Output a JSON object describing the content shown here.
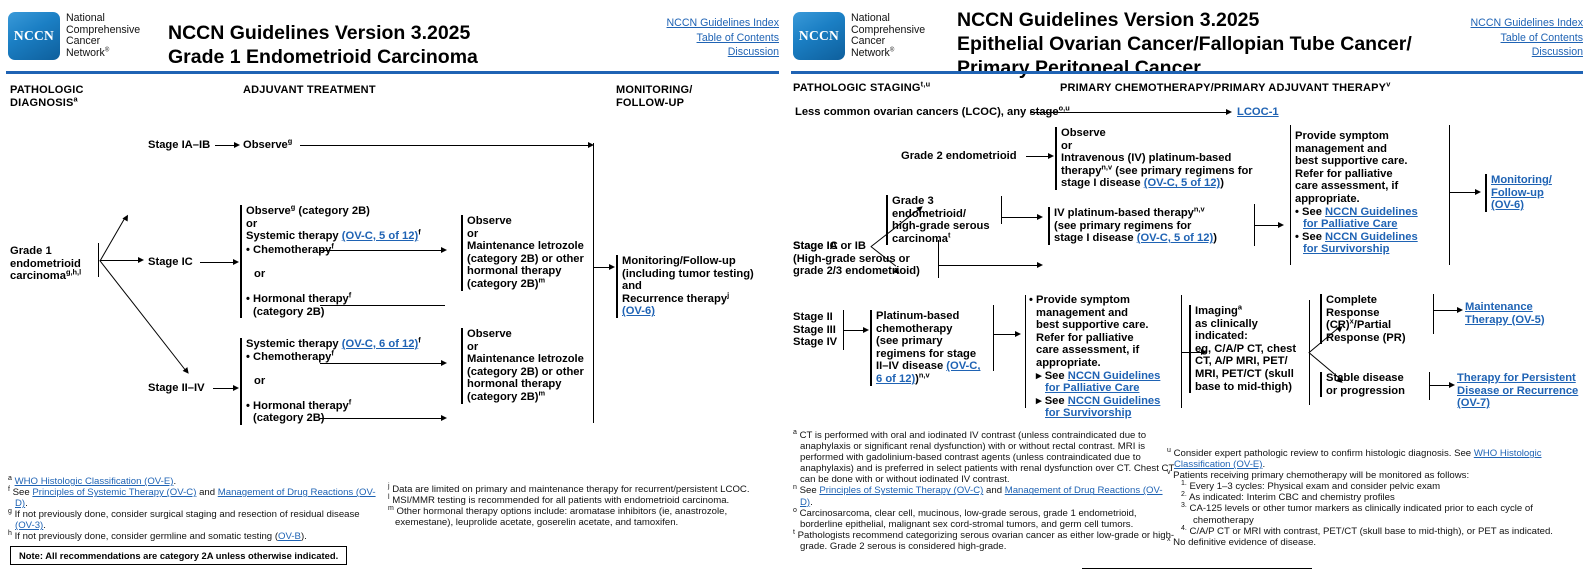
{
  "left_panel": {
    "logo": {
      "mark": "NCCN",
      "line1": "National",
      "line2": "Comprehensive",
      "line3": "Cancer",
      "line4": "Network",
      "reg": "®"
    },
    "title_line1": "NCCN Guidelines Version 3.2025",
    "title_line2": "Grade 1 Endometrioid Carcinoma",
    "links": [
      "NCCN Guidelines Index",
      "Table of Contents",
      "Discussion"
    ],
    "columns": {
      "c1_line1": "PATHOLOGIC",
      "c1_line2": "DIAGNOSIS",
      "c1_sup": "a",
      "c2": "ADJUVANT TREATMENT",
      "c3_line1": "MONITORING/",
      "c3_line2": "FOLLOW-UP"
    },
    "nodes": {
      "diagnosis_l1": "Grade 1",
      "diagnosis_l2": "endometrioid",
      "diagnosis_l3": "carcinoma",
      "diagnosis_sup": "g,h,l",
      "stage_ia_ib": "Stage IA–IB",
      "stage_ic": "Stage IC",
      "stage_ii_iv": "Stage II–IV",
      "observe_g": "Observe",
      "observe_g_sup": "g",
      "ic_opt1": "Observe",
      "ic_opt1_sup": "g",
      "ic_opt1_tail": " (category 2B)",
      "or1": "or",
      "ic_opt2_pre": "Systemic therapy ",
      "ic_opt2_link": "(OV-C, 5 of 12)",
      "ic_opt2_sup": "f",
      "ic_bullet1": "• Chemotherapy",
      "ic_bullet1_sup": "f",
      "ic_or": "or",
      "ic_bullet2": "• Hormonal therapy",
      "ic_bullet2_sup": "f",
      "ic_bullet2_l2": "  (category 2B)",
      "iv_opt1_pre": "Systemic therapy ",
      "iv_opt1_link": "(OV-C, 6 of 12)",
      "iv_opt1_sup": "f",
      "iv_bullet1": "• Chemotherapy",
      "iv_bullet1_sup": "f",
      "iv_or": "or",
      "iv_bullet2": "• Hormonal therapy",
      "iv_bullet2_sup": "f",
      "iv_bullet2_l2": "  (category 2B)",
      "maint_l1": "Observe",
      "maint_l2": "or",
      "maint_l3": "Maintenance letrozole",
      "maint_l4": "(category 2B) or other",
      "maint_l5": "hormonal therapy",
      "maint_l6": "(category 2B)",
      "maint_sup": "m",
      "mon_l1": "Monitoring/Follow-up",
      "mon_l2": "(including tumor testing)",
      "mon_l3": "and",
      "mon_l4": "Recurrence therapy",
      "mon_l4_sup": "j",
      "mon_link": "(OV-6)"
    },
    "footnotes_left": [
      {
        "mark": "a",
        "parts": [
          {
            "t": "WHO Histologic Classification (OV-E)",
            "link": true
          },
          {
            "t": ".",
            "link": false
          }
        ]
      },
      {
        "mark": "f",
        "parts": [
          {
            "t": "See ",
            "link": false
          },
          {
            "t": "Principles of Systemic Therapy (OV-C)",
            "link": true
          },
          {
            "t": " and ",
            "link": false
          },
          {
            "t": "Management of Drug Reactions (OV-D)",
            "link": true
          },
          {
            "t": ".",
            "link": false
          }
        ]
      },
      {
        "mark": "g",
        "parts": [
          {
            "t": "If not previously done, consider surgical staging and resection of residual disease ",
            "link": false
          },
          {
            "t": "(OV-3)",
            "link": true
          },
          {
            "t": ".",
            "link": false
          }
        ]
      },
      {
        "mark": "h",
        "parts": [
          {
            "t": "If not previously done, consider germline and somatic testing (",
            "link": false
          },
          {
            "t": "OV-B",
            "link": true
          },
          {
            "t": ").",
            "link": false
          }
        ]
      }
    ],
    "footnotes_right": [
      {
        "mark": "j",
        "parts": [
          {
            "t": "Data are limited on primary and maintenance therapy for recurrent/persistent LCOC.",
            "link": false
          }
        ]
      },
      {
        "mark": "l",
        "parts": [
          {
            "t": "MSI/MMR testing is recommended for all patients with endometrioid carcinoma.",
            "link": false
          }
        ]
      },
      {
        "mark": "m",
        "parts": [
          {
            "t": "Other hormonal therapy options include: aromatase inhibitors (ie, anastrozole, exemestane), leuprolide acetate, goserelin acetate, and tamoxifen.",
            "link": false
          }
        ]
      }
    ],
    "note": "Note: All recommendations are category 2A unless otherwise indicated."
  },
  "right_panel": {
    "logo": {
      "mark": "NCCN",
      "line1": "National",
      "line2": "Comprehensive",
      "line3": "Cancer",
      "line4": "Network",
      "reg": "®"
    },
    "title_line1": "NCCN Guidelines Version 3.2025",
    "title_line2": "Epithelial Ovarian Cancer/Fallopian Tube Cancer/",
    "title_line3": "Primary Peritoneal Cancer",
    "links": [
      "NCCN Guidelines Index",
      "Table of Contents",
      "Discussion"
    ],
    "columns": {
      "c1": "PATHOLOGIC STAGING",
      "c1_sup": "t,u",
      "c2": "PRIMARY CHEMOTHERAPY/PRIMARY ADJUVANT THERAPY",
      "c2_sup": "v"
    },
    "nodes": {
      "lcoc_text": "Less common ovarian cancers (LCOC), any stage",
      "lcoc_sup": "o,u",
      "lcoc_link": "LCOC-1",
      "stage_ia_ib": "Stage IA or IB",
      "grade2": "Grade 2 endometrioid",
      "grade3_l1": "Grade 3 endometrioid/",
      "grade3_l2": "high-grade serous",
      "grade3_l3": "carcinoma",
      "grade3_sup": "t",
      "stage_ic_l1": "Stage IC",
      "stage_ic_l2": "(High-grade serous or",
      "stage_ic_l3": "grade 2/3 endometrioid)",
      "g2_box_l1": "Observe",
      "g2_box_l2": "or",
      "g2_box_l3": "Intravenous (IV) platinum-based",
      "g2_box_l4_pre": "therapy",
      "g2_box_l4_sup": "n,v",
      "g2_box_l4_post": " (see primary regimens for",
      "g2_box_l5_pre": "stage I disease ",
      "g2_box_l5_link": "(OV-C, 5 of 12)",
      "g2_box_l5_post": ")",
      "iv_box_l1_pre": "IV platinum-based therapy",
      "iv_box_l1_sup": "n,v",
      "iv_box_l2": "(see primary regimens for",
      "iv_box_l3_pre": "stage I disease ",
      "iv_box_l3_link": "(OV-C, 5 of 12)",
      "iv_box_l3_post": ")",
      "pall_l1": "Provide symptom",
      "pall_l2": "management and",
      "pall_l3": "best supportive care.",
      "pall_l4": "Refer for palliative",
      "pall_l5": "care assessment, if",
      "pall_l6": "appropriate.",
      "pall_b1_pre": "• See ",
      "pall_b1_link1": "NCCN Guidelines",
      "pall_b1_link2": "for Palliative Care",
      "pall_b2_pre": "• See ",
      "pall_b2_link1": "NCCN Guidelines",
      "pall_b2_link2": "for Survivorship",
      "mon_link_l1": "Monitoring/",
      "mon_link_l2": "Follow-up",
      "mon_link_l3": "(OV-6)",
      "stage_ii": "Stage II",
      "stage_iii": "Stage III",
      "stage_iv": "Stage IV",
      "plat_l1": "Platinum-based",
      "plat_l2": "chemotherapy",
      "plat_l3": "(see primary",
      "plat_l4": "regimens for stage",
      "plat_l5_pre": "II–IV disease ",
      "plat_l5_link": "(OV-C,",
      "plat_l6_link": "6 of 12)",
      "plat_l6_post": ")",
      "plat_l6_sup": "n,v",
      "pall2_l1": "• Provide symptom",
      "pall2_l2": "management and",
      "pall2_l3": "best supportive care.",
      "pall2_l4": "Refer for palliative",
      "pall2_l5": "care assessment, if",
      "pall2_l6": "appropriate.",
      "pall2_b1_pre": "▸ See ",
      "pall2_b1_link1": "NCCN Guidelines",
      "pall2_b1_link2": "for Palliative Care",
      "pall2_b2_pre": "▸ See ",
      "pall2_b2_link1": "NCCN Guidelines",
      "pall2_b2_link2": "for Survivorship",
      "img_l1_pre": "Imaging",
      "img_l1_sup": "a",
      "img_l2": "as clinically",
      "img_l3": "indicated:",
      "img_l4": "eg, C/A/P CT, chest",
      "img_l5": "CT, A/P MRI, PET/",
      "img_l6": "MRI, PET/CT (skull",
      "img_l7": "base to mid-thigh)",
      "cr_l1": "Complete",
      "cr_l2": "Response",
      "cr_l3_pre": "(CR)",
      "cr_l3_sup": "x",
      "cr_l3_post": "/Partial",
      "cr_l4": "Response (PR)",
      "maint_link_l1": "Maintenance",
      "maint_link_l2": "Therapy (OV-5)",
      "stable_l1": "Stable disease",
      "stable_l2": "or progression",
      "persist_l1": "Therapy for Persistent",
      "persist_l2": "Disease or Recurrence",
      "persist_l3": "(OV-7)"
    },
    "footnotes_left": [
      {
        "mark": "a",
        "parts": [
          {
            "t": "CT is performed with oral and iodinated IV contrast (unless contraindicated due to anaphylaxis or significant renal dysfunction) with or without rectal contrast. MRI is performed with gadolinium-based contrast agents (unless contraindicated due to anaphylaxis) and is preferred in select patients with renal dysfunction over CT. Chest CT can be done with or without iodinated IV contrast.",
            "link": false
          }
        ]
      },
      {
        "mark": "n",
        "parts": [
          {
            "t": "See ",
            "link": false
          },
          {
            "t": "Principles of Systemic Therapy (OV-C)",
            "link": true
          },
          {
            "t": " and ",
            "link": false
          },
          {
            "t": "Management of Drug Reactions (OV-D)",
            "link": true
          },
          {
            "t": ".",
            "link": false
          }
        ]
      },
      {
        "mark": "o",
        "parts": [
          {
            "t": "Carcinosarcoma, clear cell, mucinous, low-grade serous, grade 1 endometrioid, borderline epithelial, malignant sex cord-stromal tumors, and germ cell tumors.",
            "link": false
          }
        ]
      },
      {
        "mark": "t",
        "parts": [
          {
            "t": "Pathologists recommend categorizing serous ovarian cancer as either low-grade or high-grade. Grade 2 serous is considered high-grade.",
            "link": false
          }
        ]
      }
    ],
    "footnotes_right": [
      {
        "mark": "u",
        "parts": [
          {
            "t": "Consider expert pathologic review to confirm histologic diagnosis. See ",
            "link": false
          },
          {
            "t": "WHO Histologic Classification (OV-E)",
            "link": true
          },
          {
            "t": ".",
            "link": false
          }
        ]
      },
      {
        "mark": "v",
        "parts": [
          {
            "t": "Patients receiving primary chemotherapy will be monitored as follows:",
            "link": false
          }
        ]
      }
    ],
    "footnote_v_items": [
      {
        "num": "1.",
        "text": "Every 1–3 cycles: Physical exam and consider pelvic exam"
      },
      {
        "num": "2.",
        "text": "As indicated: Interim CBC and chemistry profiles"
      },
      {
        "num": "3.",
        "text": "CA-125 levels or other tumor markers as clinically indicated prior to each cycle of chemotherapy"
      },
      {
        "num": "4.",
        "text": "C/A/P CT or MRI with contrast, PET/CT (skull base to mid-thigh), or PET as indicated."
      }
    ],
    "footnote_x": {
      "mark": "x",
      "text": "No definitive evidence of disease."
    }
  },
  "colors": {
    "accent": "#1f63b4",
    "link": "#1f63b4",
    "text": "#000000"
  }
}
